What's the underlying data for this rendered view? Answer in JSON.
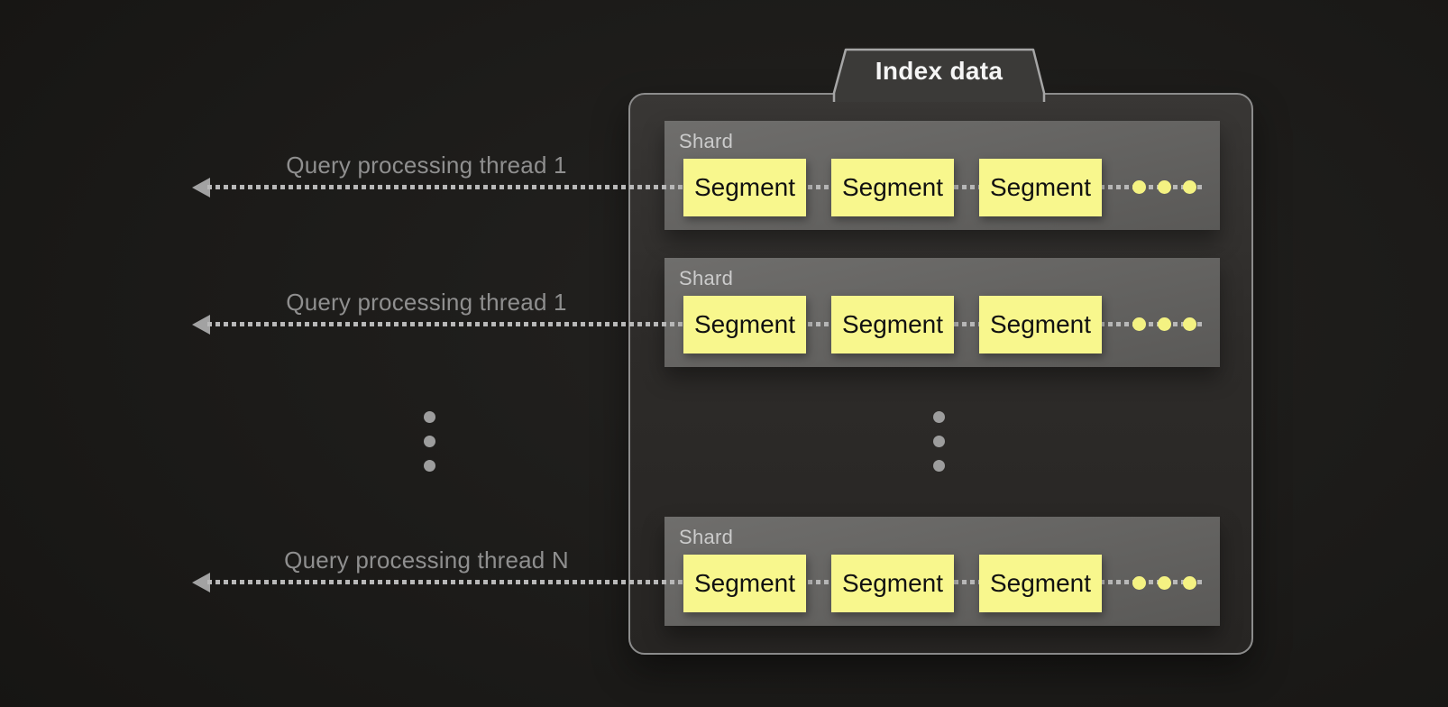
{
  "diagram": {
    "index_panel": {
      "tab_label": "Index data",
      "shards": [
        {
          "label": "Shard",
          "segments": [
            "Segment",
            "Segment",
            "Segment"
          ],
          "more_icon": "horizontal-ellipsis"
        },
        {
          "label": "Shard",
          "segments": [
            "Segment",
            "Segment",
            "Segment"
          ],
          "more_icon": "horizontal-ellipsis"
        },
        {
          "label": "Shard",
          "segments": [
            "Segment",
            "Segment",
            "Segment"
          ],
          "more_icon": "horizontal-ellipsis"
        }
      ],
      "more_shards_icon": "vertical-ellipsis"
    },
    "query_threads": [
      {
        "label": "Query processing thread 1",
        "arrow_icon": "arrow-left"
      },
      {
        "label": "Query processing thread 1",
        "arrow_icon": "arrow-left"
      },
      {
        "label": "Query processing thread N",
        "arrow_icon": "arrow-left"
      }
    ],
    "more_threads_icon": "vertical-ellipsis"
  },
  "colors": {
    "panel-border": "#8c8c8c",
    "shard-bg": "#6f6e6c",
    "segment-bg": "#f8f78d",
    "segment-text": "#111111",
    "yellow-dot": "#f4f282",
    "line-gray": "#b8b8b8",
    "label-gray": "#8f8f8f"
  }
}
